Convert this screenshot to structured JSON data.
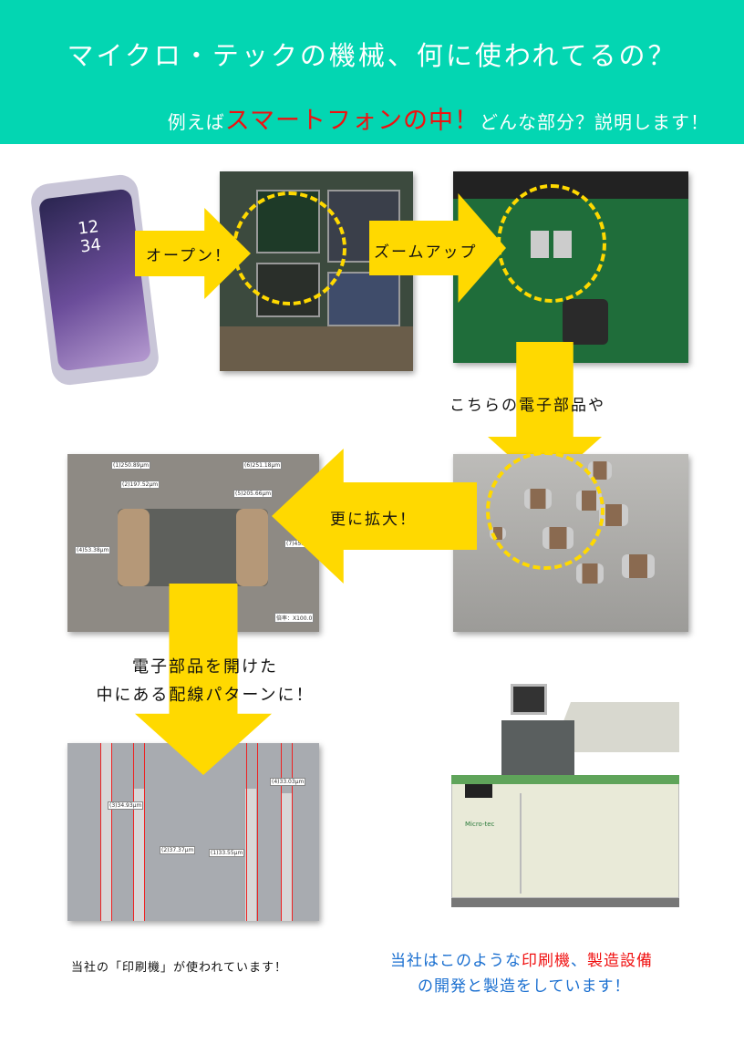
{
  "header": {
    "title": "マイクロ・テックの機械、何に使われてるの？",
    "sub_prefix": "例えば",
    "sub_highlight": "スマートフォンの中！",
    "sub_suffix": "どんな部分？説明します！"
  },
  "phone": {
    "time_hour": "12",
    "time_min": "34"
  },
  "arrows": {
    "open": "オープン！",
    "zoom": "ズームアップ",
    "enlarge": "更に拡大！"
  },
  "labels": {
    "components": "こちらの電子部品や",
    "inside_line1": "電子部品を開けた",
    "inside_line2": "中にある配線パターンに！"
  },
  "chip_measurements": [
    "(1)250.89μm",
    "(2)197.52μm",
    "(6)251.18μm",
    "(5)205.66μm",
    "(4)53.38μm",
    "(7)45.5",
    "倍率：X100.0"
  ],
  "pattern_measurements": [
    "(3)34.93μm",
    "(2)37.37μm",
    "(1)33.55μm",
    "(4)33.03μm"
  ],
  "machine": {
    "brand": "Micro-tec"
  },
  "captions": {
    "left": "当社の「印刷機」が使われています！",
    "right_a": "当社はこのような",
    "right_b": "印刷機",
    "right_c": "、",
    "right_d": "製造設備",
    "right_line2": "の開発と製造をしています！"
  },
  "colors": {
    "header": "#03d6b2",
    "arrow": "#ffd900",
    "highlight": "#f01010",
    "caption_blue": "#1a6fd0"
  }
}
